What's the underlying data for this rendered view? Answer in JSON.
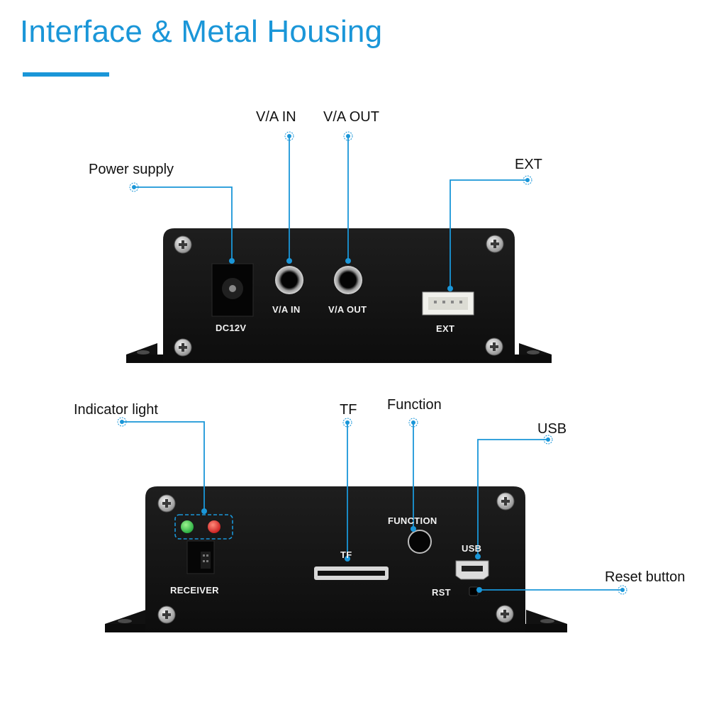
{
  "header": {
    "title": "Interface & Metal Housing",
    "accent_color": "#1a96d8"
  },
  "callouts": {
    "power_supply": "Power supply",
    "va_in": "V/A  IN",
    "va_out": "V/A  OUT",
    "ext": "EXT",
    "indicator_light": "Indicator light",
    "tf": "TF",
    "function": "Function",
    "usb": "USB",
    "reset_button": "Reset button"
  },
  "device_top": {
    "dc_label": "DC12V",
    "va_in_label": "V/A IN",
    "va_out_label": "V/A OUT",
    "ext_label": "EXT"
  },
  "device_bottom": {
    "receiver_label": "RECEIVER",
    "tf_label": "TF",
    "function_label": "FUNCTION",
    "usb_label": "USB",
    "rst_label": "RST",
    "led_colors": [
      "#1fa83a",
      "#c8181a"
    ]
  },
  "icons": {
    "screw": "screw-icon",
    "callout_dot": "callout-dot-icon"
  }
}
